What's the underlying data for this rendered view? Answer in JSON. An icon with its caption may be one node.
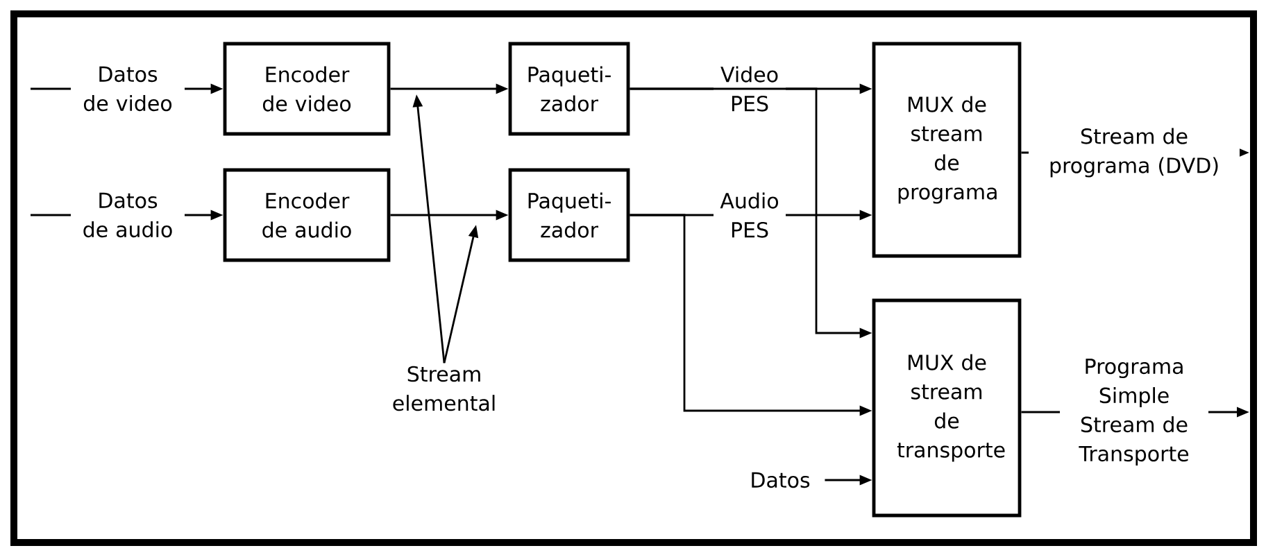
{
  "diagram": {
    "nodes": [
      {
        "text": [
          "Encoder de video"
        ]
      },
      {
        "text": [
          "Paqueti-zador"
        ]
      },
      {
        "text": [
          "Encoder de audio"
        ]
      },
      {
        "text": [
          "Paqueti-zador"
        ]
      },
      {
        "text": [
          "MUX de stream de programa"
        ]
      },
      {
        "text": [
          "MUX de stream de transporte"
        ]
      },
      {
        "text": [
          "Stream elemental"
        ]
      },
      {
        "text": [
          "Datos"
        ]
      }
    ],
    "edges": [
      {
        "from": null,
        "to": 0,
        "arrow": "to",
        "label": "Datos de video"
      },
      {
        "from": null,
        "to": 2,
        "arrow": "to",
        "label": "Datos de audio"
      },
      {
        "from": 0,
        "to": 1,
        "arrow": "to"
      },
      {
        "from": 2,
        "to": 3,
        "arrow": "to"
      },
      {
        "from": 1,
        "to": 4,
        "arrow": "to",
        "label": "Video PES"
      },
      {
        "from": 3,
        "to": 4,
        "arrow": "to",
        "label": "Audio PES"
      },
      {
        "from": 1,
        "to": 5,
        "arrow": "to"
      },
      {
        "from": 3,
        "to": 5,
        "arrow": "to"
      },
      {
        "from": 7,
        "to": 5,
        "arrow": "to"
      },
      {
        "from": 4,
        "to": null,
        "arrow": "to",
        "label": "Stream de programa (DVD)"
      },
      {
        "from": 5,
        "to": null,
        "arrow": "to",
        "label": "Programa Simple Stream de Transporte"
      },
      {
        "from": 6,
        "to": null,
        "arrow": "to"
      },
      {
        "from": 6,
        "to": null,
        "arrow": "to"
      }
    ]
  }
}
